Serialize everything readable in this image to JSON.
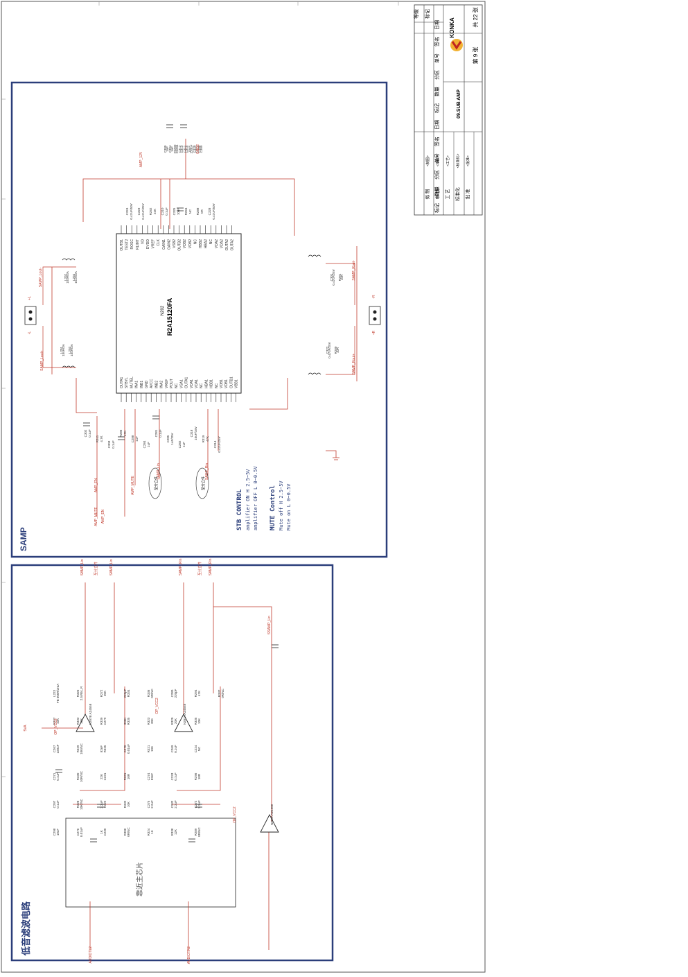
{
  "title_block": {
    "company": "KONKA",
    "drawing_title": "09.SUB AMP",
    "sheet_no": "第 9 张",
    "sheet_total": "共 22 张",
    "grade": "等级",
    "mark": "标记",
    "header_cells": [
      "标记",
      "数量",
      "分区",
      "单号",
      "签名",
      "日期",
      "标记",
      "数量",
      "分区",
      "单号",
      "签名",
      "日期"
    ],
    "roles": [
      "拟 制",
      "审 核",
      "工 艺",
      "标准化",
      "批 准"
    ],
    "role_values": [
      "<制图>",
      "<审核>",
      "<工艺>",
      "<标准化>",
      "<批准>"
    ]
  },
  "samp_block": {
    "label": "SAMP",
    "chip_ref": "N202",
    "chip_name": "R2A15120FA",
    "stb_title": "STB CONTROL",
    "stb_lines": [
      "amplifier ON H 2.5~5V",
      "amplifier OFF L 0~0.5V"
    ],
    "mute_title": "MUTE Control",
    "mute_lines": [
      "Mute off H 2.5~5V",
      "Mute on L 0~0.5V"
    ],
    "right_pins": [
      "OUTB1",
      "TEST2",
      "ROSC",
      "RLIMT",
      "VD",
      "DVDD",
      "VREF",
      "CLK",
      "GAIN1",
      "GAIN2",
      "VSB2",
      "OUTB2",
      "VDB2",
      "VDB2",
      "NC",
      "HBB2",
      "HBA2",
      "NC",
      "VDA2",
      "VDA2",
      "OUTA2",
      "OUTA2"
    ],
    "left_pins": [
      "OUTA1",
      "STBYL",
      "MUTEL",
      "INA1",
      "INB1",
      "GND",
      "AVCC",
      "INB2",
      "INA2",
      "VREF",
      "POUT",
      "NC",
      "VSA1",
      "OUTA1",
      "VDA1",
      "VDA1",
      "NC",
      "HBA1",
      "HBB1",
      "NC",
      "VDB1",
      "VDB1",
      "OUTB1",
      "VBB1"
    ],
    "parts": [
      "C302",
      "0.1uF",
      "R311",
      "4.7K",
      "C303",
      "0.1uF",
      "R286",
      "47K",
      "C288",
      "1uF",
      "C284",
      "1uF",
      "C281",
      "0.1uF",
      "C285",
      "1uF/25V",
      "C282",
      "1uF",
      "C318",
      "10uF/16V",
      "R319",
      "47K",
      "C314",
      "0.47uF/25V",
      "C324",
      "0.47uF/50V",
      "C323",
      "0.47uF/25V",
      "R282",
      "22K",
      "C310",
      "0.1uF",
      "C325",
      "10uF",
      "R284",
      "NC",
      "R288",
      "0R",
      "C328",
      "0.47uF/50V",
      "L201",
      "15uH/3A",
      "L202",
      "15uH/3A",
      "L203",
      "15uH/3A",
      "L204",
      "15uH/3A",
      "C322",
      "0.47uF/25V",
      "C301",
      "0.47uF/25V",
      "R280",
      "10R",
      "R281",
      "10R",
      "C300",
      "1nF",
      "C304",
      "1nF",
      "X0203",
      "X0204",
      "C312",
      "C313",
      "C311",
      "C315",
      "10uF",
      "220uF",
      "C320",
      "C321",
      "C308",
      "C309"
    ],
    "nets": [
      "AMP_12V",
      "GND2",
      "AMP_EN",
      "AMP_MUTE",
      "AMP_MUTE",
      "AMP_EN",
      "SAMP_Lin",
      "SAMP_Rin",
      "SAMP_Lout-",
      "SAMP_Lout+",
      "SAMP_Rout-",
      "SAMP_Rout+",
      "+L",
      "-L",
      "+R",
      "-R"
    ],
    "net_notes": [
      "至分立件",
      "至分立件"
    ]
  },
  "filter_block": {
    "title": "低音滤波电路",
    "main_chip_note": "靠近主芯片",
    "inputs": [
      "AUDIOTL2",
      "AUDIOTR2"
    ],
    "outputs": [
      "SAMP_Lin",
      "SAMP_Lin",
      "SAMP_Rin",
      "SAMP_Rin",
      "SSAMP_Lin"
    ],
    "output_notes": [
      "至分立件",
      "至分立件"
    ],
    "supply": [
      "5VA",
      "OP_VCC2",
      "OP_VCC2",
      "OP_VCC2"
    ],
    "opamps": [
      "N207B AZ4558",
      "N207A AZ4558",
      "N206A AZ4558"
    ],
    "parts": [
      "L223",
      "FB 600R/2mA",
      "R327",
      "10K",
      "C267",
      "220uF",
      "C271",
      "0.1uF",
      "C297",
      "0.1uF",
      "C298",
      "10uF",
      "R326",
      "2.5VB4_R",
      "R333",
      "10K",
      "R329",
      "10K/NC",
      "R330",
      "10R/NC",
      "R328",
      "10K/NC",
      "C276",
      "0.01uF",
      "R272",
      "30K",
      "R339",
      "C279",
      "82nF",
      "R325",
      "22K",
      "C231",
      "2.2uF",
      "R322",
      "1K",
      "C230",
      "220pF",
      "R334",
      "330K",
      "R335",
      "C270",
      "0.01uF",
      "R331",
      "10R",
      "R332",
      "10K",
      "R308",
      "0R/NC",
      "R336",
      "0R/NC",
      "R323",
      "30K",
      "R321",
      "10K",
      "C274",
      "82nF",
      "C275",
      "2.2uF",
      "R324",
      "1K",
      "C280",
      "220pF",
      "R320",
      "20K",
      "C269",
      "0.1uF",
      "C233",
      "0.1uF",
      "C232",
      "2.2uF",
      "R338",
      "12K",
      "R294",
      "47K",
      "R335",
      "10K",
      "C224",
      "NC",
      "R296",
      "10R",
      "C272",
      "2.2uF",
      "R289",
      "0R/NC",
      "R337",
      "0R/NC"
    ]
  }
}
